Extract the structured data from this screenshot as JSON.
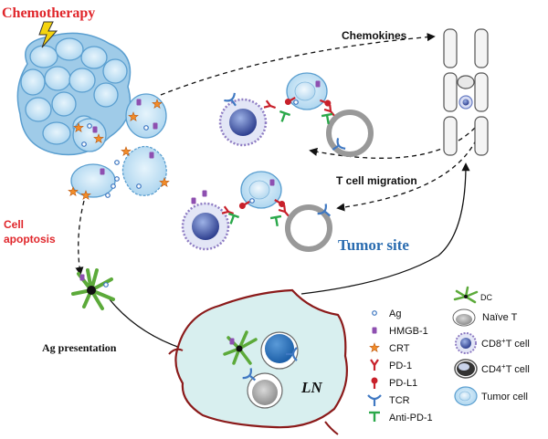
{
  "labels": {
    "chemotherapy": "Chemotherapy",
    "chemokines": "Chemokines",
    "cell_apoptosis_line1": "Cell",
    "cell_apoptosis_line2": "apoptosis",
    "t_cell_migration": "T cell migration",
    "tumor_site": "Tumor site",
    "ag_presentation": "Ag presentation",
    "ln": "LN"
  },
  "legend_left": [
    {
      "icon": "ag-dot-icon",
      "label": "Ag"
    },
    {
      "icon": "hmgb1-icon",
      "label": "HMGB-1"
    },
    {
      "icon": "crt-star-icon",
      "label": "CRT"
    },
    {
      "icon": "pd1-receptor-icon",
      "label": "PD-1"
    },
    {
      "icon": "pdl1-ligand-icon",
      "label": "PD-L1"
    },
    {
      "icon": "tcr-icon",
      "label": "TCR"
    },
    {
      "icon": "anti-pd1-icon",
      "label": "Anti-PD-1"
    }
  ],
  "legend_right": [
    {
      "icon": "dc-icon",
      "label": "DC"
    },
    {
      "icon": "naive-t-icon",
      "label": "Naïve T"
    },
    {
      "icon": "cd8-t-cell-icon",
      "label_main": "CD8",
      "label_sup": "+",
      "label_rest": "T cell"
    },
    {
      "icon": "cd4-t-cell-icon",
      "label_main": "CD4",
      "label_sup": "+",
      "label_rest": "T cell"
    },
    {
      "icon": "tumor-cell-icon",
      "label": "Tumor cell"
    }
  ],
  "colors": {
    "red_label": "#e0262b",
    "blue_label": "#2a6cb0",
    "tumor_fill": "#bfe0f3",
    "tumor_stroke": "#5b9fd0",
    "ln_fill": "#d8efef",
    "ln_stroke": "#8b1a1a",
    "pd1_red": "#c8202a",
    "anti_pd1_green": "#2aa84a",
    "hmgb_purple": "#9b59b6",
    "crt_orange": "#f28c28"
  }
}
